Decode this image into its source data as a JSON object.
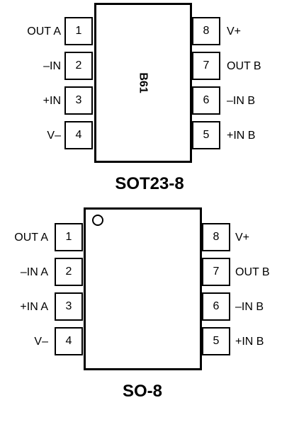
{
  "packages": [
    {
      "name": "SOT23-8",
      "marking": "B61",
      "left_pins": [
        {
          "num": "1",
          "label": "OUT A"
        },
        {
          "num": "2",
          "label": "–IN"
        },
        {
          "num": "3",
          "label": "+IN"
        },
        {
          "num": "4",
          "label": "V–"
        }
      ],
      "right_pins": [
        {
          "num": "8",
          "label": "V+"
        },
        {
          "num": "7",
          "label": "OUT B"
        },
        {
          "num": "6",
          "label": "–IN B"
        },
        {
          "num": "5",
          "label": "+IN B"
        }
      ]
    },
    {
      "name": "SO-8",
      "left_pins": [
        {
          "num": "1",
          "label": "OUT A"
        },
        {
          "num": "2",
          "label": "–IN A"
        },
        {
          "num": "3",
          "label": "+IN A"
        },
        {
          "num": "4",
          "label": "V–"
        }
      ],
      "right_pins": [
        {
          "num": "8",
          "label": "V+"
        },
        {
          "num": "7",
          "label": "OUT B"
        },
        {
          "num": "6",
          "label": "–IN B"
        },
        {
          "num": "5",
          "label": "+IN B"
        }
      ]
    }
  ]
}
